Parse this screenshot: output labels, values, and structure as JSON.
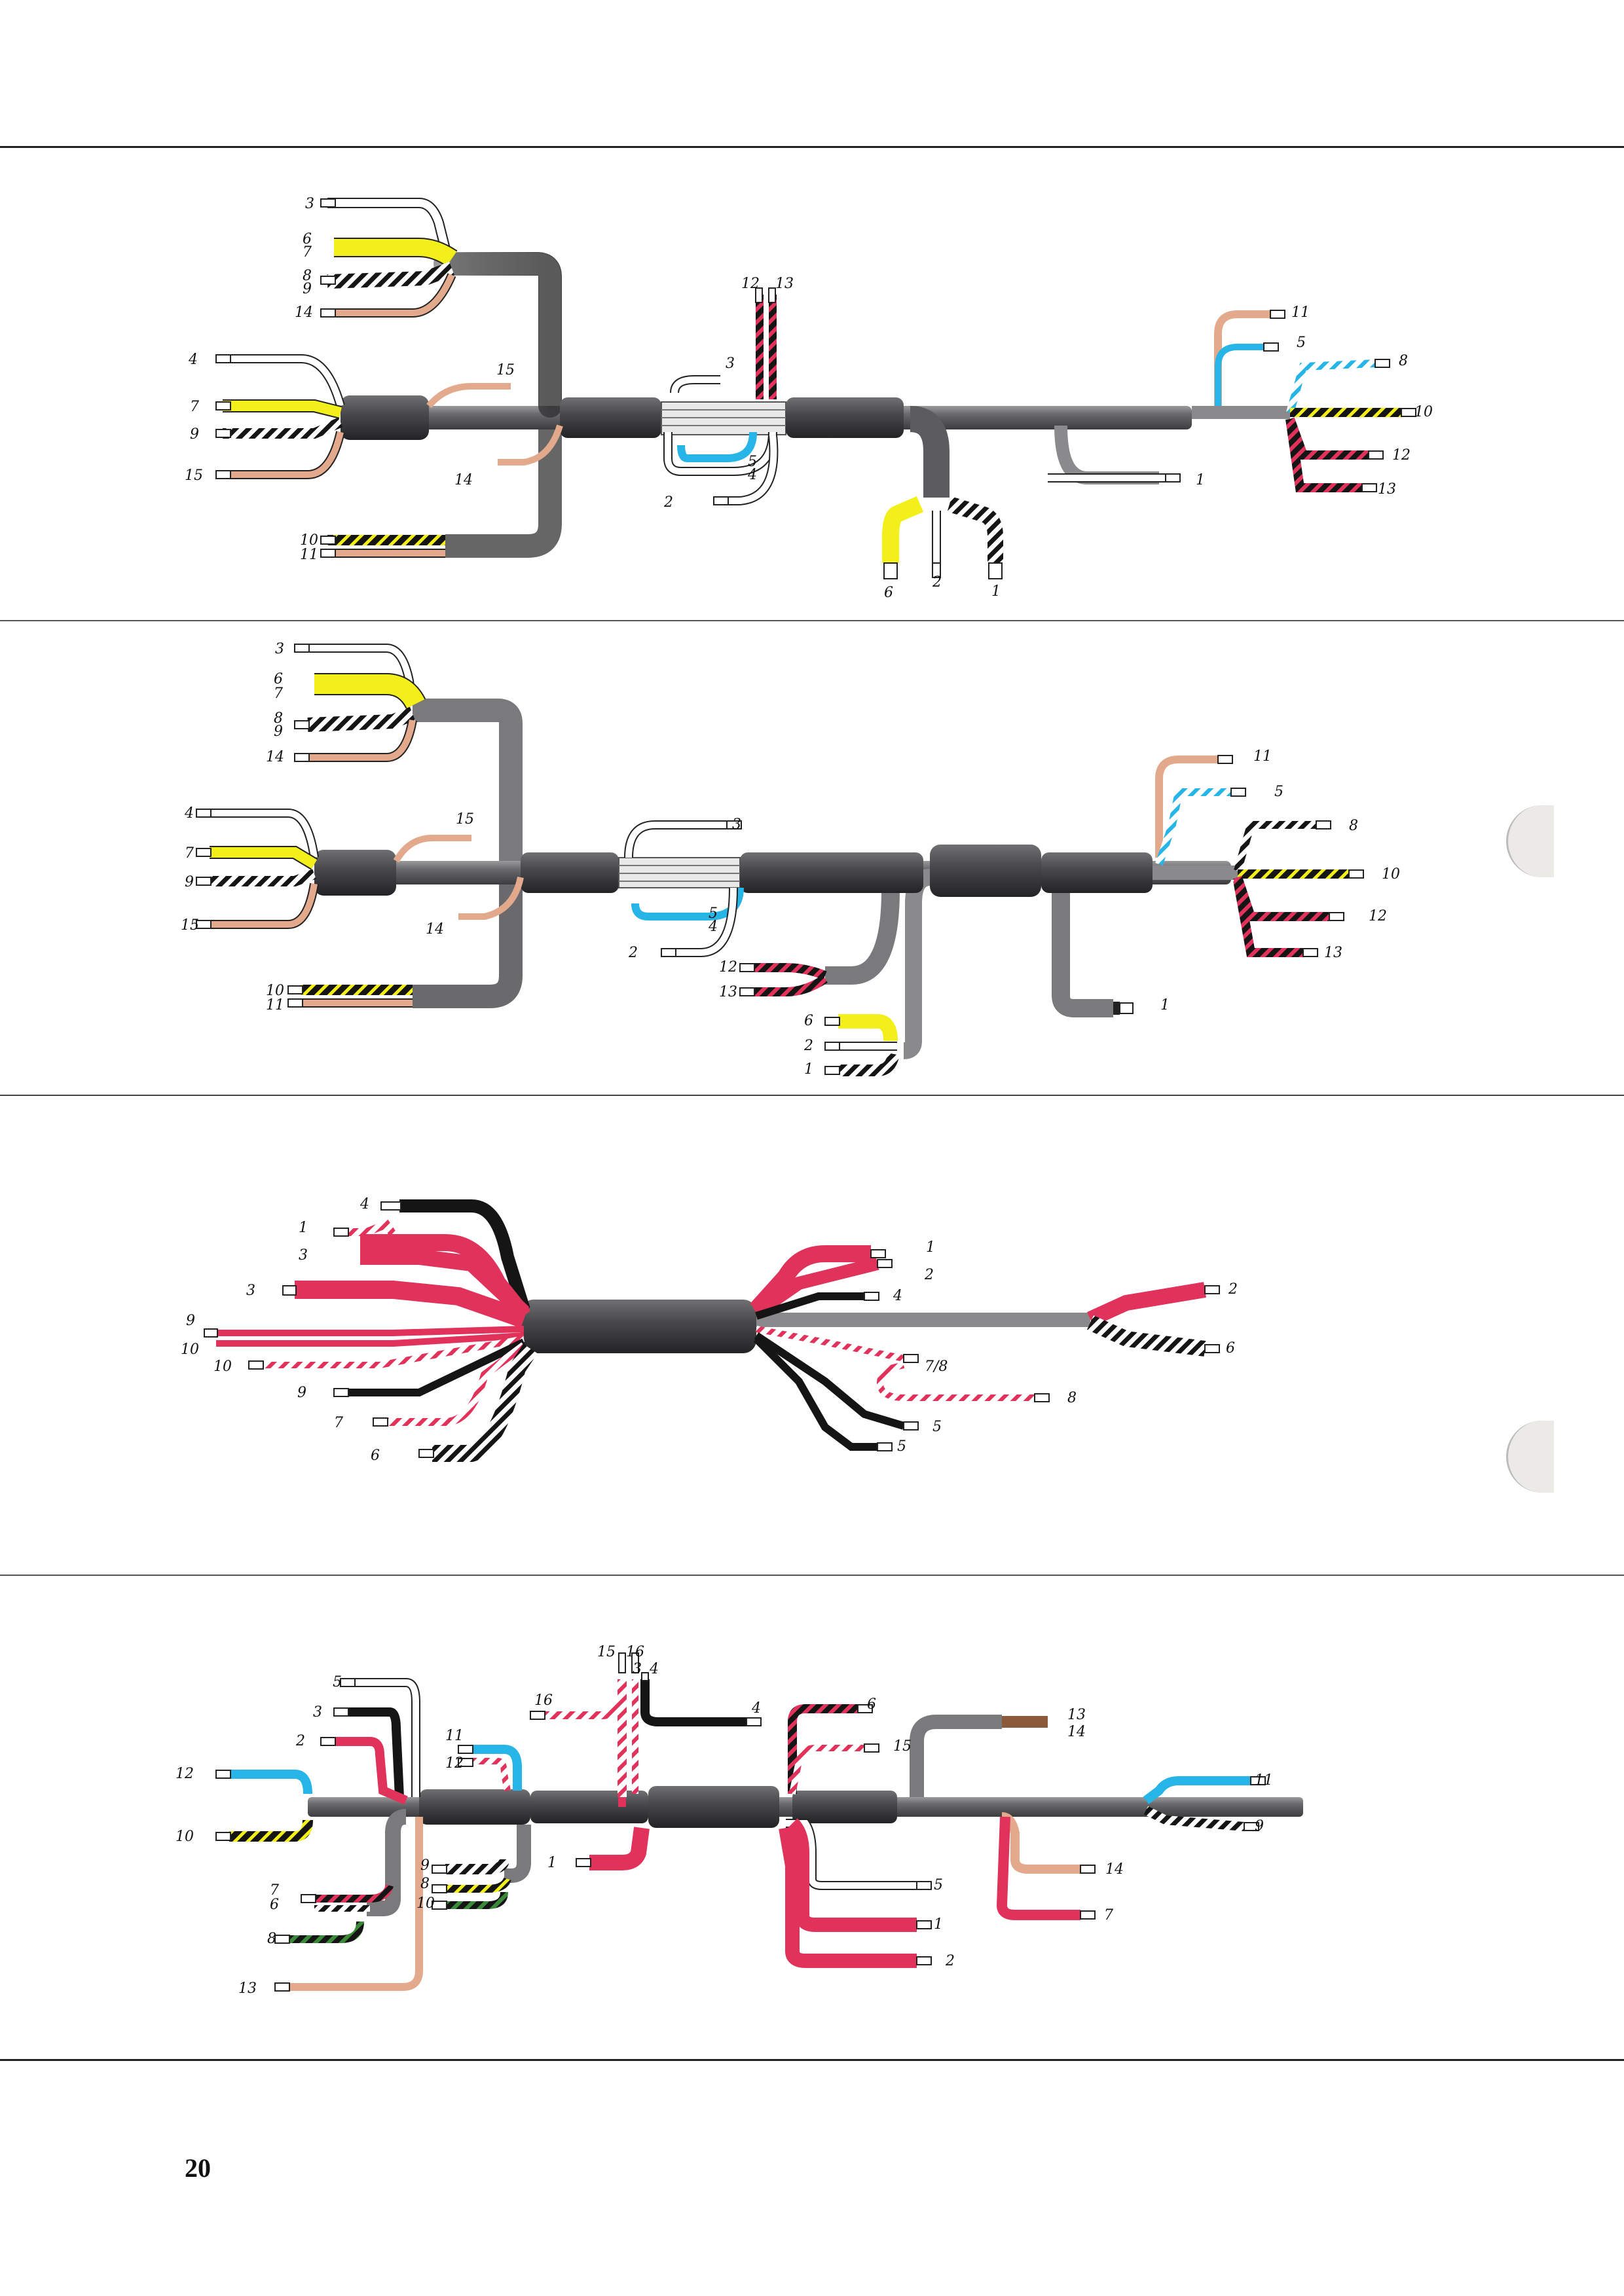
{
  "page": {
    "number": "20"
  },
  "colors": {
    "sheath": "#5e5e60",
    "sheath_light": "#a3a3a5",
    "red": "#e0325a",
    "yellow": "#f2ef1a",
    "blue": "#27b4e6",
    "salmon": "#e3a98c",
    "black": "#151515",
    "white": "#ffffff",
    "green": "#3a8a3a",
    "purple": "#8a3a7a"
  },
  "harness1": {
    "labels": [
      "3",
      "6",
      "7",
      "8",
      "9",
      "14",
      "4",
      "7",
      "9",
      "15",
      "15",
      "14",
      "10",
      "11",
      "12",
      "13",
      "3",
      "5",
      "4",
      "2",
      "6",
      "2",
      "1",
      "1",
      "11",
      "5",
      "8",
      "10",
      "12",
      "13"
    ]
  },
  "harness2": {
    "labels": [
      "3",
      "6",
      "7",
      "8",
      "9",
      "14",
      "4",
      "7",
      "9",
      "15",
      "15",
      "14",
      "10",
      "11",
      "3",
      "5",
      "4",
      "2",
      "12",
      "13",
      "6",
      "2",
      "1",
      "11",
      "5",
      "8",
      "10",
      "12",
      "13",
      "1"
    ]
  },
  "harness3": {
    "labels": [
      "4",
      "1",
      "3",
      "3",
      "9",
      "10",
      "10",
      "9",
      "7",
      "6",
      "1",
      "2",
      "4",
      "2",
      "6",
      "7/8",
      "8",
      "5",
      "5"
    ]
  },
  "harness4": {
    "labels": [
      "5",
      "3",
      "2",
      "12",
      "10",
      "11",
      "12",
      "15",
      "16",
      "3",
      "4",
      "16",
      "4",
      "6",
      "15",
      "13",
      "14",
      "11",
      "9",
      "14",
      "7",
      "1",
      "5",
      "1",
      "2",
      "9",
      "8",
      "10",
      "7",
      "6",
      "8",
      "13"
    ]
  }
}
